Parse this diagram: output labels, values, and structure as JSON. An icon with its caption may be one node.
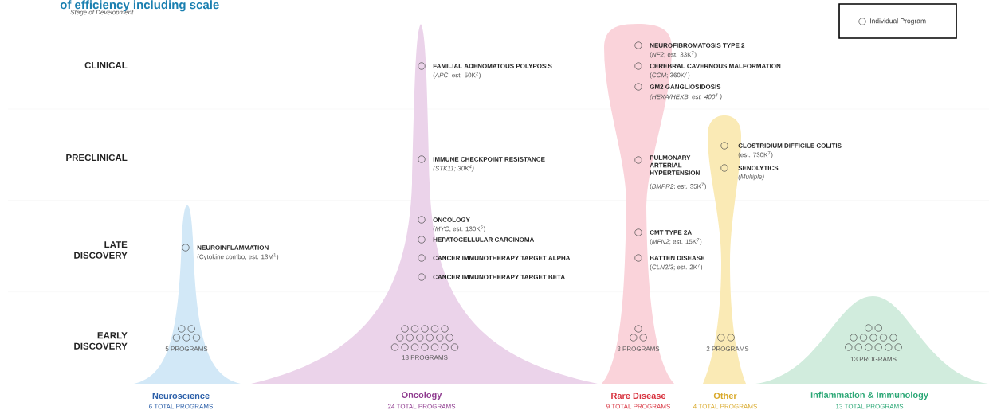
{
  "diagram": {
    "title": "of efficiency including scale",
    "labels": [
      "Stage of Development",
      "CLINICAL",
      "PRECLINICAL",
      "LATE DISCOVERY",
      "EARLY DISCOVERY",
      "NEUROINFLAMMATION",
      "(Cytokine combo; est. 13M$^{1}$)",
      "5 PROGRAMS",
      "FAMILIAL ADENOMATOUS POLYPOSIS",
      "(*APC*; est. 50K$^{2}$)",
      "IMMUNE CHECKPOINT RESISTANCE",
      "(*STK11*; 30K$^{4}$)",
      "ONCOLOGY",
      "(*MYC*; est. 130K$^{5}$)",
      "HEPATOCELLULAR CARCINOMA",
      "CANCER IMMUNOTHERAPY TARGET ALPHA",
      "CANCER IMMUNOTHERAPY TARGET BETA",
      "18 PROGRAMS",
      "NEUROFIBROMATOSIS TYPE 2",
      "(*NF2*; est. 33K$^{7}$)",
      "CEREBRAL CAVERNOUS MALFORMATION",
      "(*CCM*; 360K$^{7}$)",
      "GM2 GANGLIOSIDOSIS",
      "(*HEXA/HEXB*; est. 400$^{4}$ )",
      "PULMONARY ARTERIAL HYPERTENSION",
      "(*BMPR2*; est. 35K$^{7}$)",
      "CMT TYPE 2A",
      "(*MFN2*; est. 15K$^{7}$)",
      "BATTEN DISEASE",
      "(*CLN2/3*; est. 2K$^{7}$)",
      "3 PROGRAMS",
      "CLOSTRIDIUM DIFFICILE COLITIS",
      "(est. 730K$^{7}$)",
      "SENOLYTICS",
      "(Multiple)",
      "2 PROGRAMS",
      "13 PROGRAMS",
      "Neuroscience",
      "6 TOTAL PROGRAMS",
      "Oncology",
      "24 TOTAL PROGRAMS",
      "Rare Disease",
      "9 TOTAL PROGRAMS",
      "Other",
      "4 TOTAL PROGRAMS",
      "Inflammation & Immunology",
      "13 TOTAL PROGRAMS"
    ],
    "legend": [
      {
        "text": "Individual Program"
      }
    ]
  }
}
